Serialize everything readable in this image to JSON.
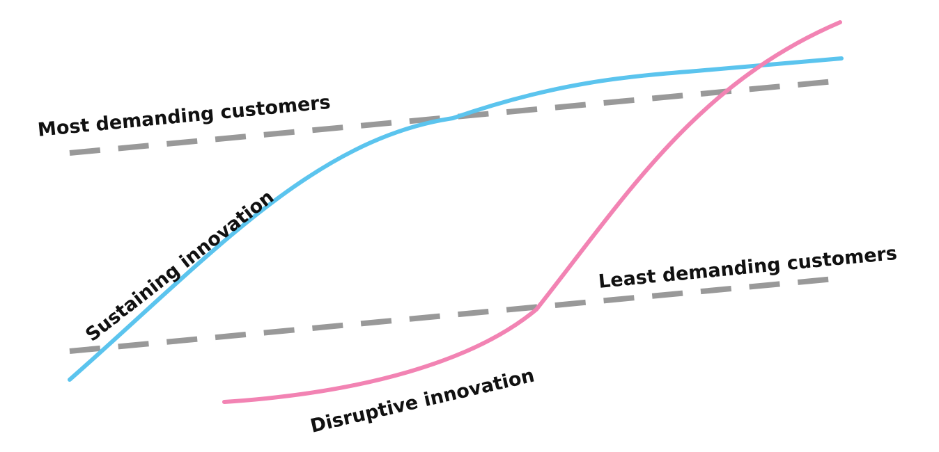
{
  "labels": {
    "most_demanding": "Most demanding customers",
    "least_demanding": "Least demanding customers",
    "sustaining": "Sustaining innovation",
    "disruptive": "Disruptive innovation"
  },
  "colors": {
    "sustaining_curve": "#5BC4EE",
    "disruptive_curve": "#F283B3",
    "demand_line": "#999999",
    "text": "#111111"
  }
}
